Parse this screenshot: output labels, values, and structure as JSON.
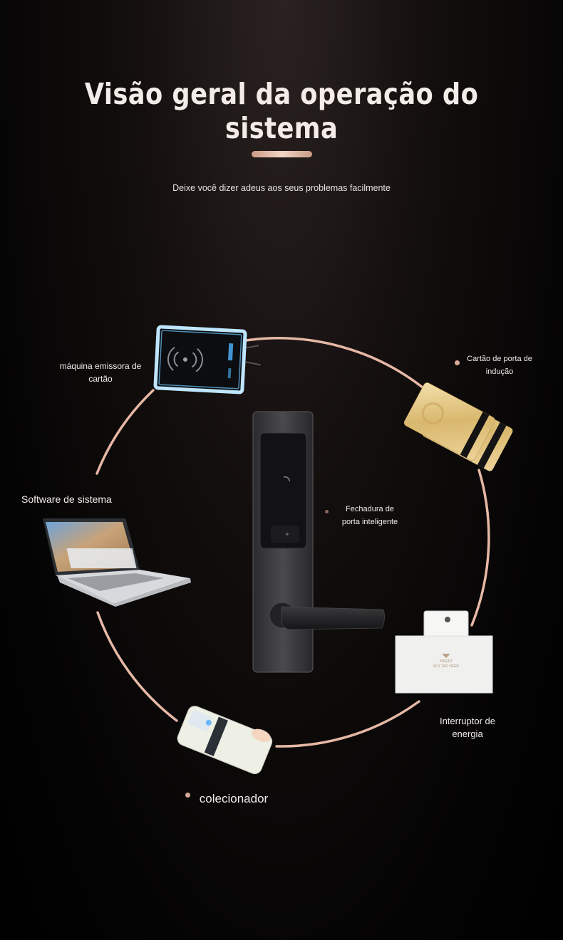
{
  "header": {
    "title": "Visão geral da operação do sistema",
    "subtitle": "Deixe você dizer adeus aos seus problemas facilmente"
  },
  "components": {
    "card_issuer": "máquina emissora de cartão",
    "induction_card": "Cartão de porta de indução",
    "software": "Software de sistema",
    "smart_lock": "Fechadura de porta inteligente",
    "power_switch": "Interruptor de energia",
    "collector": "colecionador"
  },
  "device_text": {
    "switch_line1": "INSERT",
    "switch_line2": "KEY TAG HERE"
  },
  "colors": {
    "ring": "#e6b8a5",
    "accent": "#d8a996",
    "card_gold": "#e3c98a"
  }
}
